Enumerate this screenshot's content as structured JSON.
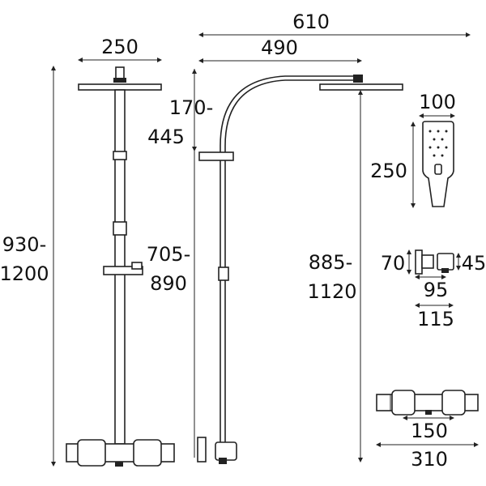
{
  "dimensions": {
    "front_head_width": "250",
    "overall_height": [
      "930-",
      "1200"
    ],
    "head_to_slider": [
      "170-",
      "445"
    ],
    "slider_to_holder": [
      "705-",
      "890"
    ],
    "arm_total_projection": "610",
    "arm_projection": "490",
    "head_height_side": [
      "885-",
      "1120"
    ],
    "handset_width": "100",
    "handset_length": "250",
    "elbow_backplate": "70",
    "elbow_body": "45",
    "elbow_depth_inner": "95",
    "elbow_depth_outer": "115",
    "valve_centres": "150",
    "valve_width": "310"
  },
  "colors": {
    "line": "#222222",
    "background": "#ffffff"
  }
}
